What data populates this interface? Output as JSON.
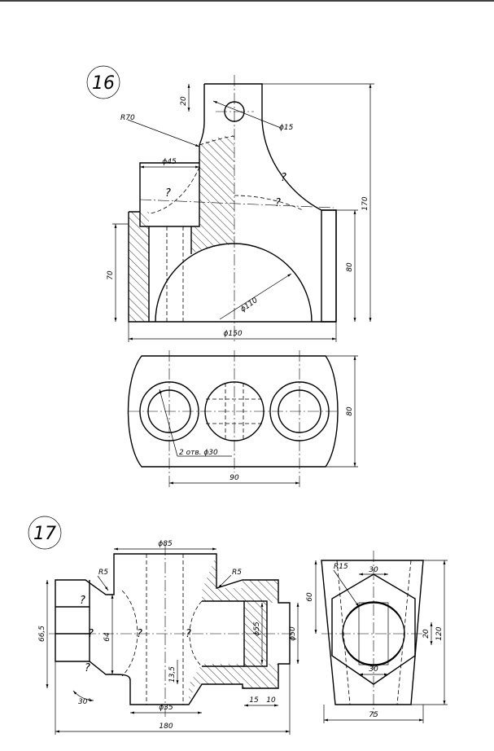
{
  "figure16": {
    "number": "16",
    "dims": {
      "d20": "20",
      "r70": "R70",
      "phi15": "ϕ15",
      "phi45": "ϕ45",
      "d170": "170",
      "d70": "70",
      "d80a": "80",
      "phi110": "ϕ110",
      "phi150": "ϕ150",
      "d80b": "80",
      "holes": "2 отв. ϕ30",
      "d90": "90"
    },
    "q": "?"
  },
  "figure17": {
    "number": "17",
    "dims": {
      "phi85": "ϕ85",
      "r5a": "R5",
      "r5b": "R5",
      "d665": "66,5",
      "d64": "64",
      "phi55": "ϕ55",
      "phi50": "ϕ50",
      "d135": "13,5",
      "a30": "30°",
      "phi35": "ϕ35",
      "d15": "15",
      "d10": "10",
      "d180": "180",
      "r15": "R15",
      "t30": "30",
      "d60": "60",
      "d20": "20",
      "b30": "30",
      "d120": "120",
      "d75": "75"
    },
    "q": "?"
  }
}
